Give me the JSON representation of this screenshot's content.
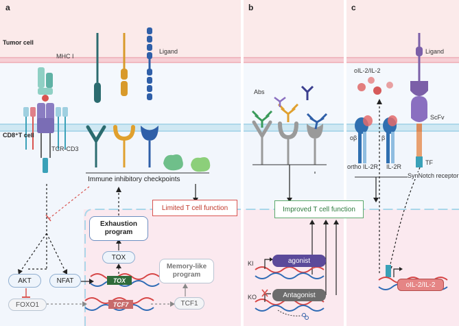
{
  "panels": {
    "a": "a",
    "b": "b",
    "c": "c"
  },
  "membrane_labels": {
    "tumor_cell": "Tumor cell",
    "cd8_t_cell": "CD8⁺T cell"
  },
  "panel_a": {
    "mhc": "MHC I",
    "ligand": "Ligand",
    "tcr": "TCR-CD3",
    "checkpoints": "Immune inhibitory checkpoints",
    "limited": "Limited T cell function",
    "exhaustion": "Exhaustion program",
    "tox": "TOX",
    "tox_gene": "TOX",
    "memory": "Memory-like program",
    "tcf1": "TCF1",
    "tcf7_gene": "TCF7",
    "akt": "AKT",
    "nfat": "NFAT",
    "foxo1": "FOXO1"
  },
  "panel_b": {
    "abs": "Abs",
    "improved": "Improved T cell function",
    "ki": "KI",
    "ko": "KO",
    "agonist": "agonist",
    "antagonist": "Antagonist"
  },
  "panel_c": {
    "oil2": "oIL-2/IL-2",
    "ligand": "Ligand",
    "scfv": "ScFv",
    "ob": "oβ",
    "b": "β",
    "ortho": "ortho IL-2R",
    "il2r": "IL-2R",
    "tf": "TF",
    "synnotch": "SynNotch receptor",
    "gene": "oIL-2/IL-2"
  },
  "colors": {
    "tumor_bg": "#fbeaea",
    "membrane_pink": "#f2b8c0",
    "membrane_blue": "#a9d7ea",
    "tcell_bg": "#f1f5fc",
    "nucleus_bg": "#fbe8ef",
    "red": "#d9534f",
    "dna_red": "#d64545",
    "dna_blue": "#2e6bb5",
    "tox_green": "#2f6b3a",
    "tcf7_red": "#c76a6a",
    "purple_gene": "#5b4a9a",
    "grey_gene": "#6c6c6c"
  }
}
